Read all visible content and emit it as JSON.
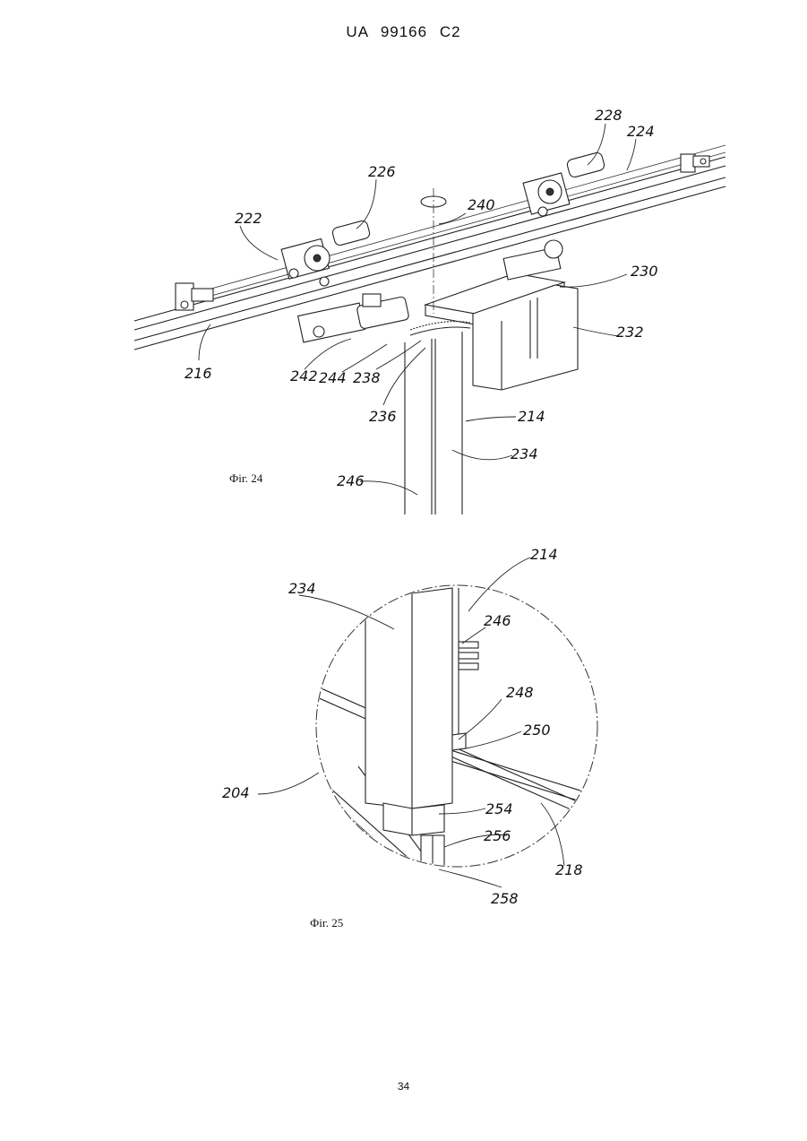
{
  "header": {
    "patent_number": "UA   99166   C2"
  },
  "figure24": {
    "caption": "Фіг. 24",
    "labels": {
      "l228": "228",
      "l224": "224",
      "l226": "226",
      "l222": "222",
      "l240": "240",
      "l230": "230",
      "l232": "232",
      "l216": "216",
      "l242": "242",
      "l244": "244",
      "l238": "238",
      "l236": "236",
      "l214": "214",
      "l234": "234",
      "l246": "246"
    }
  },
  "figure25": {
    "caption": "Фіг. 25",
    "labels": {
      "l214": "214",
      "l234": "234",
      "l246": "246",
      "l248": "248",
      "l250": "250",
      "l204": "204",
      "l254": "254",
      "l256": "256",
      "l218": "218",
      "l258": "258"
    }
  },
  "footer": {
    "page_number": "34"
  }
}
